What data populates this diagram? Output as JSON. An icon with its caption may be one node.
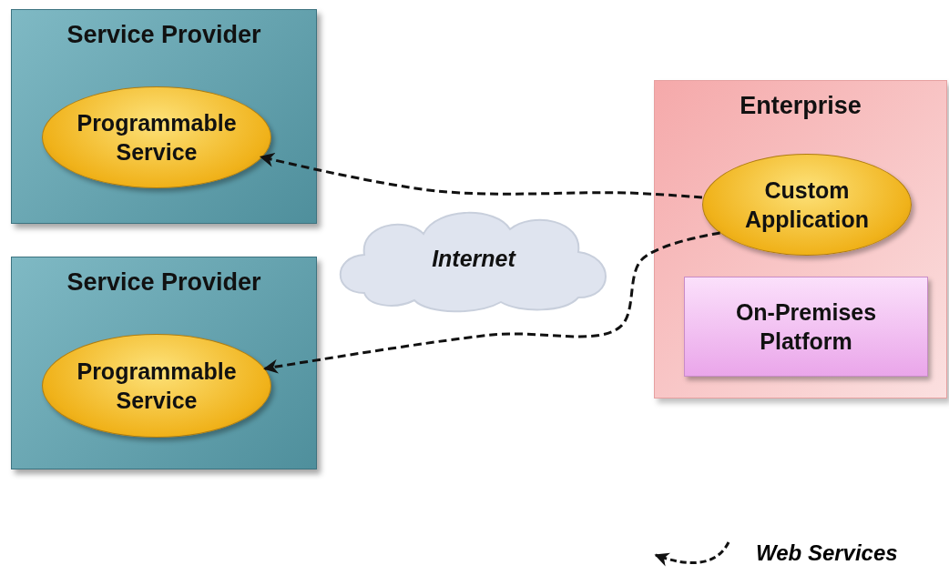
{
  "diagram": {
    "nodes": [
      {
        "text": [
          "Service Provider"
        ]
      },
      {
        "text": [
          "Programmable Service"
        ],
        "in": 0
      },
      {
        "text": [
          "Service Provider"
        ]
      },
      {
        "text": [
          "Programmable Service"
        ],
        "in": 2
      },
      {
        "text": [
          "Internet"
        ]
      },
      {
        "text": [
          "Enterprise"
        ]
      },
      {
        "text": [
          "Custom Application"
        ],
        "in": 5
      },
      {
        "text": [
          "On-Premises Platform"
        ],
        "in": 5
      }
    ],
    "edges": [
      {
        "from": 6,
        "to": 1,
        "arrow": "to",
        "style": "dashed"
      },
      {
        "from": 6,
        "to": 3,
        "arrow": "to",
        "style": "dashed"
      }
    ],
    "legend": [
      {
        "text": "Web Services"
      }
    ]
  }
}
